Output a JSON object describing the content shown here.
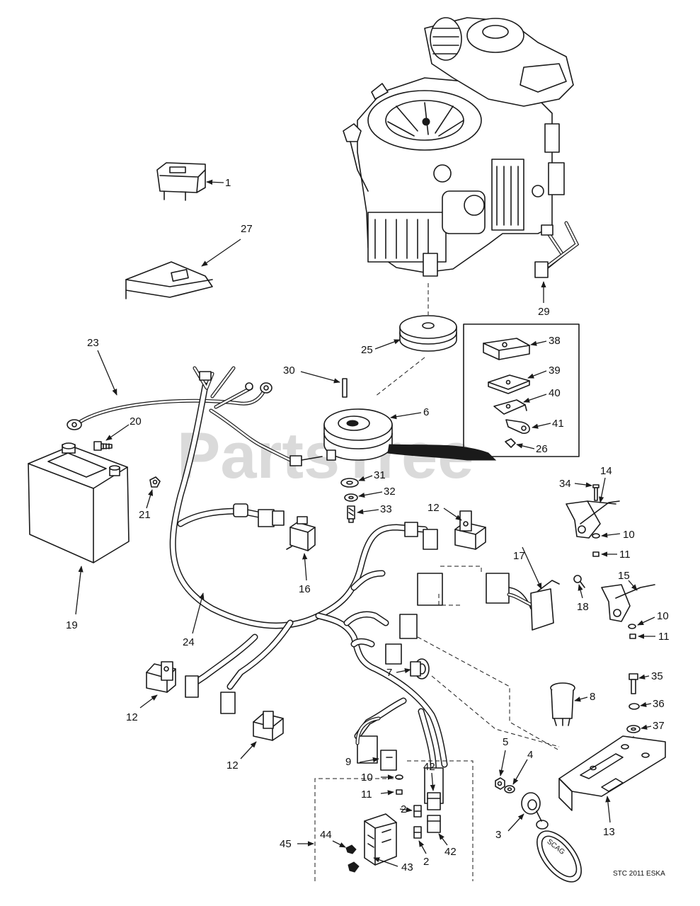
{
  "watermark": "PartsTree",
  "diagram_code": "STC 2011 ESKA",
  "tag_text": "SCAG",
  "colors": {
    "ink": "#1a1a1a",
    "paper": "#ffffff",
    "watermark": "#bcbcbc"
  },
  "callouts": {
    "c1": "1",
    "c27": "27",
    "c29": "29",
    "c25": "25",
    "c23": "23",
    "c30": "30",
    "c6": "6",
    "c38": "38",
    "c39": "39",
    "c40": "40",
    "c41": "41",
    "c26": "26",
    "c20": "20",
    "c21": "21",
    "c19": "19",
    "c31": "31",
    "c32": "32",
    "c33": "33",
    "c12a": "12",
    "c16": "16",
    "c17": "17",
    "c18": "18",
    "c14": "14",
    "c34": "34",
    "c10a": "10",
    "c11a": "11",
    "c15": "15",
    "c10b": "10",
    "c11b": "11",
    "c24": "24",
    "c7": "7",
    "c12b": "12",
    "c12c": "12",
    "c8": "8",
    "c35": "35",
    "c36": "36",
    "c37": "37",
    "c9": "9",
    "c10c": "10",
    "c11c": "11",
    "c5": "5",
    "c4": "4",
    "c42a": "42",
    "c2a": "2",
    "c45": "45",
    "c44": "44",
    "c43": "43",
    "c2b": "2",
    "c42b": "42",
    "c3": "3",
    "c13": "13"
  }
}
